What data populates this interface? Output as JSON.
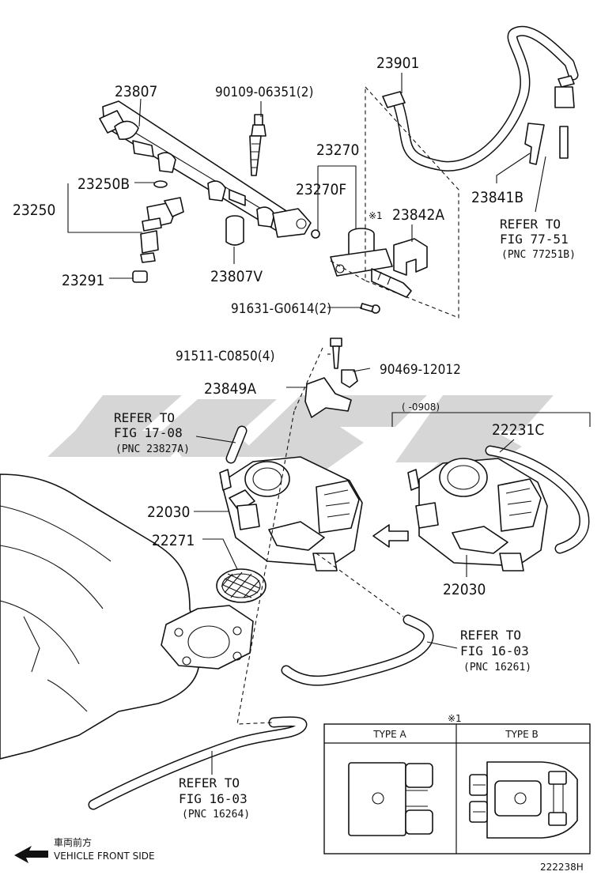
{
  "parts": {
    "p23807": "23807",
    "p90109": "90109-06351(2)",
    "p23270": "23270",
    "p23270F": "23270F",
    "p23250B": "23250B",
    "p23250": "23250",
    "p23291": "23291",
    "p23807V": "23807V",
    "p23901": "23901",
    "p23841B": "23841B",
    "p23842A": "23842A",
    "p91631": "91631-G0614(2)",
    "p91511": "91511-C0850(4)",
    "p90469": "90469-12012",
    "p23849A": "23849A",
    "p22231C": "22231C",
    "p22030a": "22030",
    "p22030b": "22030",
    "p22271": "22271"
  },
  "notes": {
    "mark1": "※1",
    "mark1_box": "※1",
    "date_range": "(     -0908)",
    "figure_id": "222238H"
  },
  "refs": {
    "r1": {
      "line1": "REFER TO",
      "line2": "FIG 77-51",
      "line3": "(PNC 77251B)"
    },
    "r2": {
      "line1": "REFER TO",
      "line2": "FIG 17-08",
      "line3": "(PNC 23827A)"
    },
    "r3": {
      "line1": "REFER TO",
      "line2": "FIG 16-03",
      "line3": "(PNC 16261)"
    },
    "r4": {
      "line1": "REFER TO",
      "line2": "FIG 16-03",
      "line3": "(PNC 16264)"
    }
  },
  "type_table": {
    "col_a": "TYPE A",
    "col_b": "TYPE B"
  },
  "direction": {
    "jp": "車両前方",
    "en": "VEHICLE FRONT SIDE"
  }
}
